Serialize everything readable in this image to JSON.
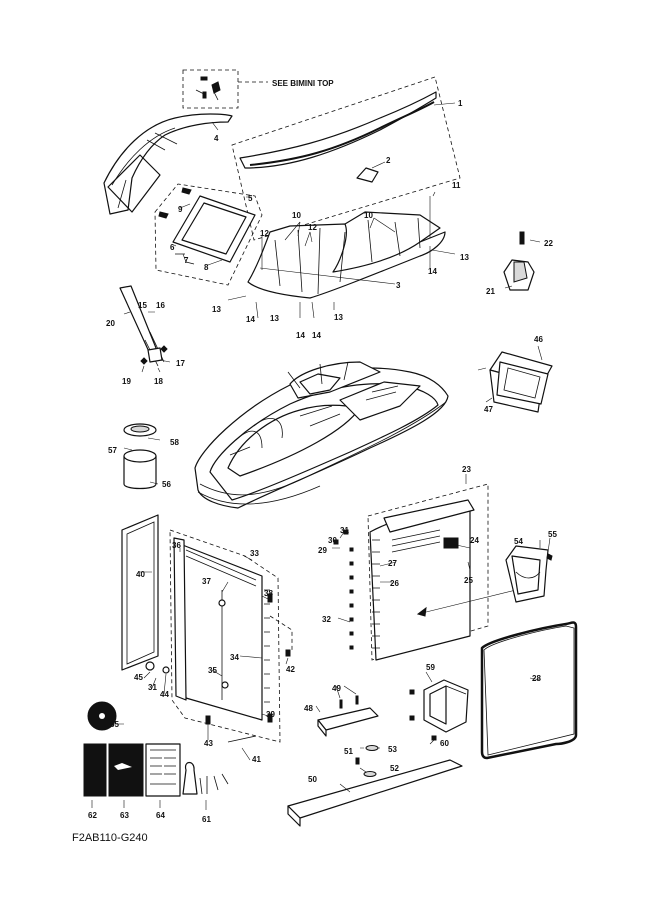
{
  "diagram": {
    "code": "F2AB110-G240",
    "note": "SEE BIMINI TOP",
    "colors": {
      "ink": "#111111",
      "paper": "#ffffff"
    },
    "callouts": [
      {
        "id": "c1",
        "text": "1"
      },
      {
        "id": "c2",
        "text": "2"
      },
      {
        "id": "c3",
        "text": "3"
      },
      {
        "id": "c4",
        "text": "4"
      },
      {
        "id": "c5",
        "text": "5"
      },
      {
        "id": "c6",
        "text": "6"
      },
      {
        "id": "c7",
        "text": "7"
      },
      {
        "id": "c8",
        "text": "8"
      },
      {
        "id": "c9",
        "text": "9"
      },
      {
        "id": "c10a",
        "text": "10"
      },
      {
        "id": "c10b",
        "text": "10"
      },
      {
        "id": "c11",
        "text": "11"
      },
      {
        "id": "c12a",
        "text": "12"
      },
      {
        "id": "c12b",
        "text": "12"
      },
      {
        "id": "c13a",
        "text": "13"
      },
      {
        "id": "c13b",
        "text": "13"
      },
      {
        "id": "c13c",
        "text": "13"
      },
      {
        "id": "c13d",
        "text": "13"
      },
      {
        "id": "c14a",
        "text": "14"
      },
      {
        "id": "c14b",
        "text": "14"
      },
      {
        "id": "c14c",
        "text": "14"
      },
      {
        "id": "c14d",
        "text": "14"
      },
      {
        "id": "c15",
        "text": "15"
      },
      {
        "id": "c16",
        "text": "16"
      },
      {
        "id": "c17",
        "text": "17"
      },
      {
        "id": "c18",
        "text": "18"
      },
      {
        "id": "c19",
        "text": "19"
      },
      {
        "id": "c20",
        "text": "20"
      },
      {
        "id": "c21",
        "text": "21"
      },
      {
        "id": "c22",
        "text": "22"
      },
      {
        "id": "c23",
        "text": "23"
      },
      {
        "id": "c24",
        "text": "24"
      },
      {
        "id": "c25",
        "text": "25"
      },
      {
        "id": "c26",
        "text": "26"
      },
      {
        "id": "c27",
        "text": "27"
      },
      {
        "id": "c28",
        "text": "28"
      },
      {
        "id": "c29",
        "text": "29"
      },
      {
        "id": "c30",
        "text": "30"
      },
      {
        "id": "c31a",
        "text": "31"
      },
      {
        "id": "c31b",
        "text": "31"
      },
      {
        "id": "c32",
        "text": "32"
      },
      {
        "id": "c33",
        "text": "33"
      },
      {
        "id": "c34",
        "text": "34"
      },
      {
        "id": "c35",
        "text": "35"
      },
      {
        "id": "c36",
        "text": "36"
      },
      {
        "id": "c37",
        "text": "37"
      },
      {
        "id": "c38",
        "text": "38"
      },
      {
        "id": "c39",
        "text": "39"
      },
      {
        "id": "c40",
        "text": "40"
      },
      {
        "id": "c41",
        "text": "41"
      },
      {
        "id": "c42",
        "text": "42"
      },
      {
        "id": "c43",
        "text": "43"
      },
      {
        "id": "c44",
        "text": "44"
      },
      {
        "id": "c45",
        "text": "45"
      },
      {
        "id": "c46",
        "text": "46"
      },
      {
        "id": "c47",
        "text": "47"
      },
      {
        "id": "c48",
        "text": "48"
      },
      {
        "id": "c49",
        "text": "49"
      },
      {
        "id": "c50",
        "text": "50"
      },
      {
        "id": "c51",
        "text": "51"
      },
      {
        "id": "c52",
        "text": "52"
      },
      {
        "id": "c53",
        "text": "53"
      },
      {
        "id": "c54",
        "text": "54"
      },
      {
        "id": "c55",
        "text": "55"
      },
      {
        "id": "c56",
        "text": "56"
      },
      {
        "id": "c57",
        "text": "57"
      },
      {
        "id": "c58",
        "text": "58"
      },
      {
        "id": "c59",
        "text": "59"
      },
      {
        "id": "c60",
        "text": "60"
      },
      {
        "id": "c61",
        "text": "61"
      },
      {
        "id": "c62",
        "text": "62"
      },
      {
        "id": "c63",
        "text": "63"
      },
      {
        "id": "c64",
        "text": "64"
      },
      {
        "id": "c65",
        "text": "65"
      }
    ]
  }
}
